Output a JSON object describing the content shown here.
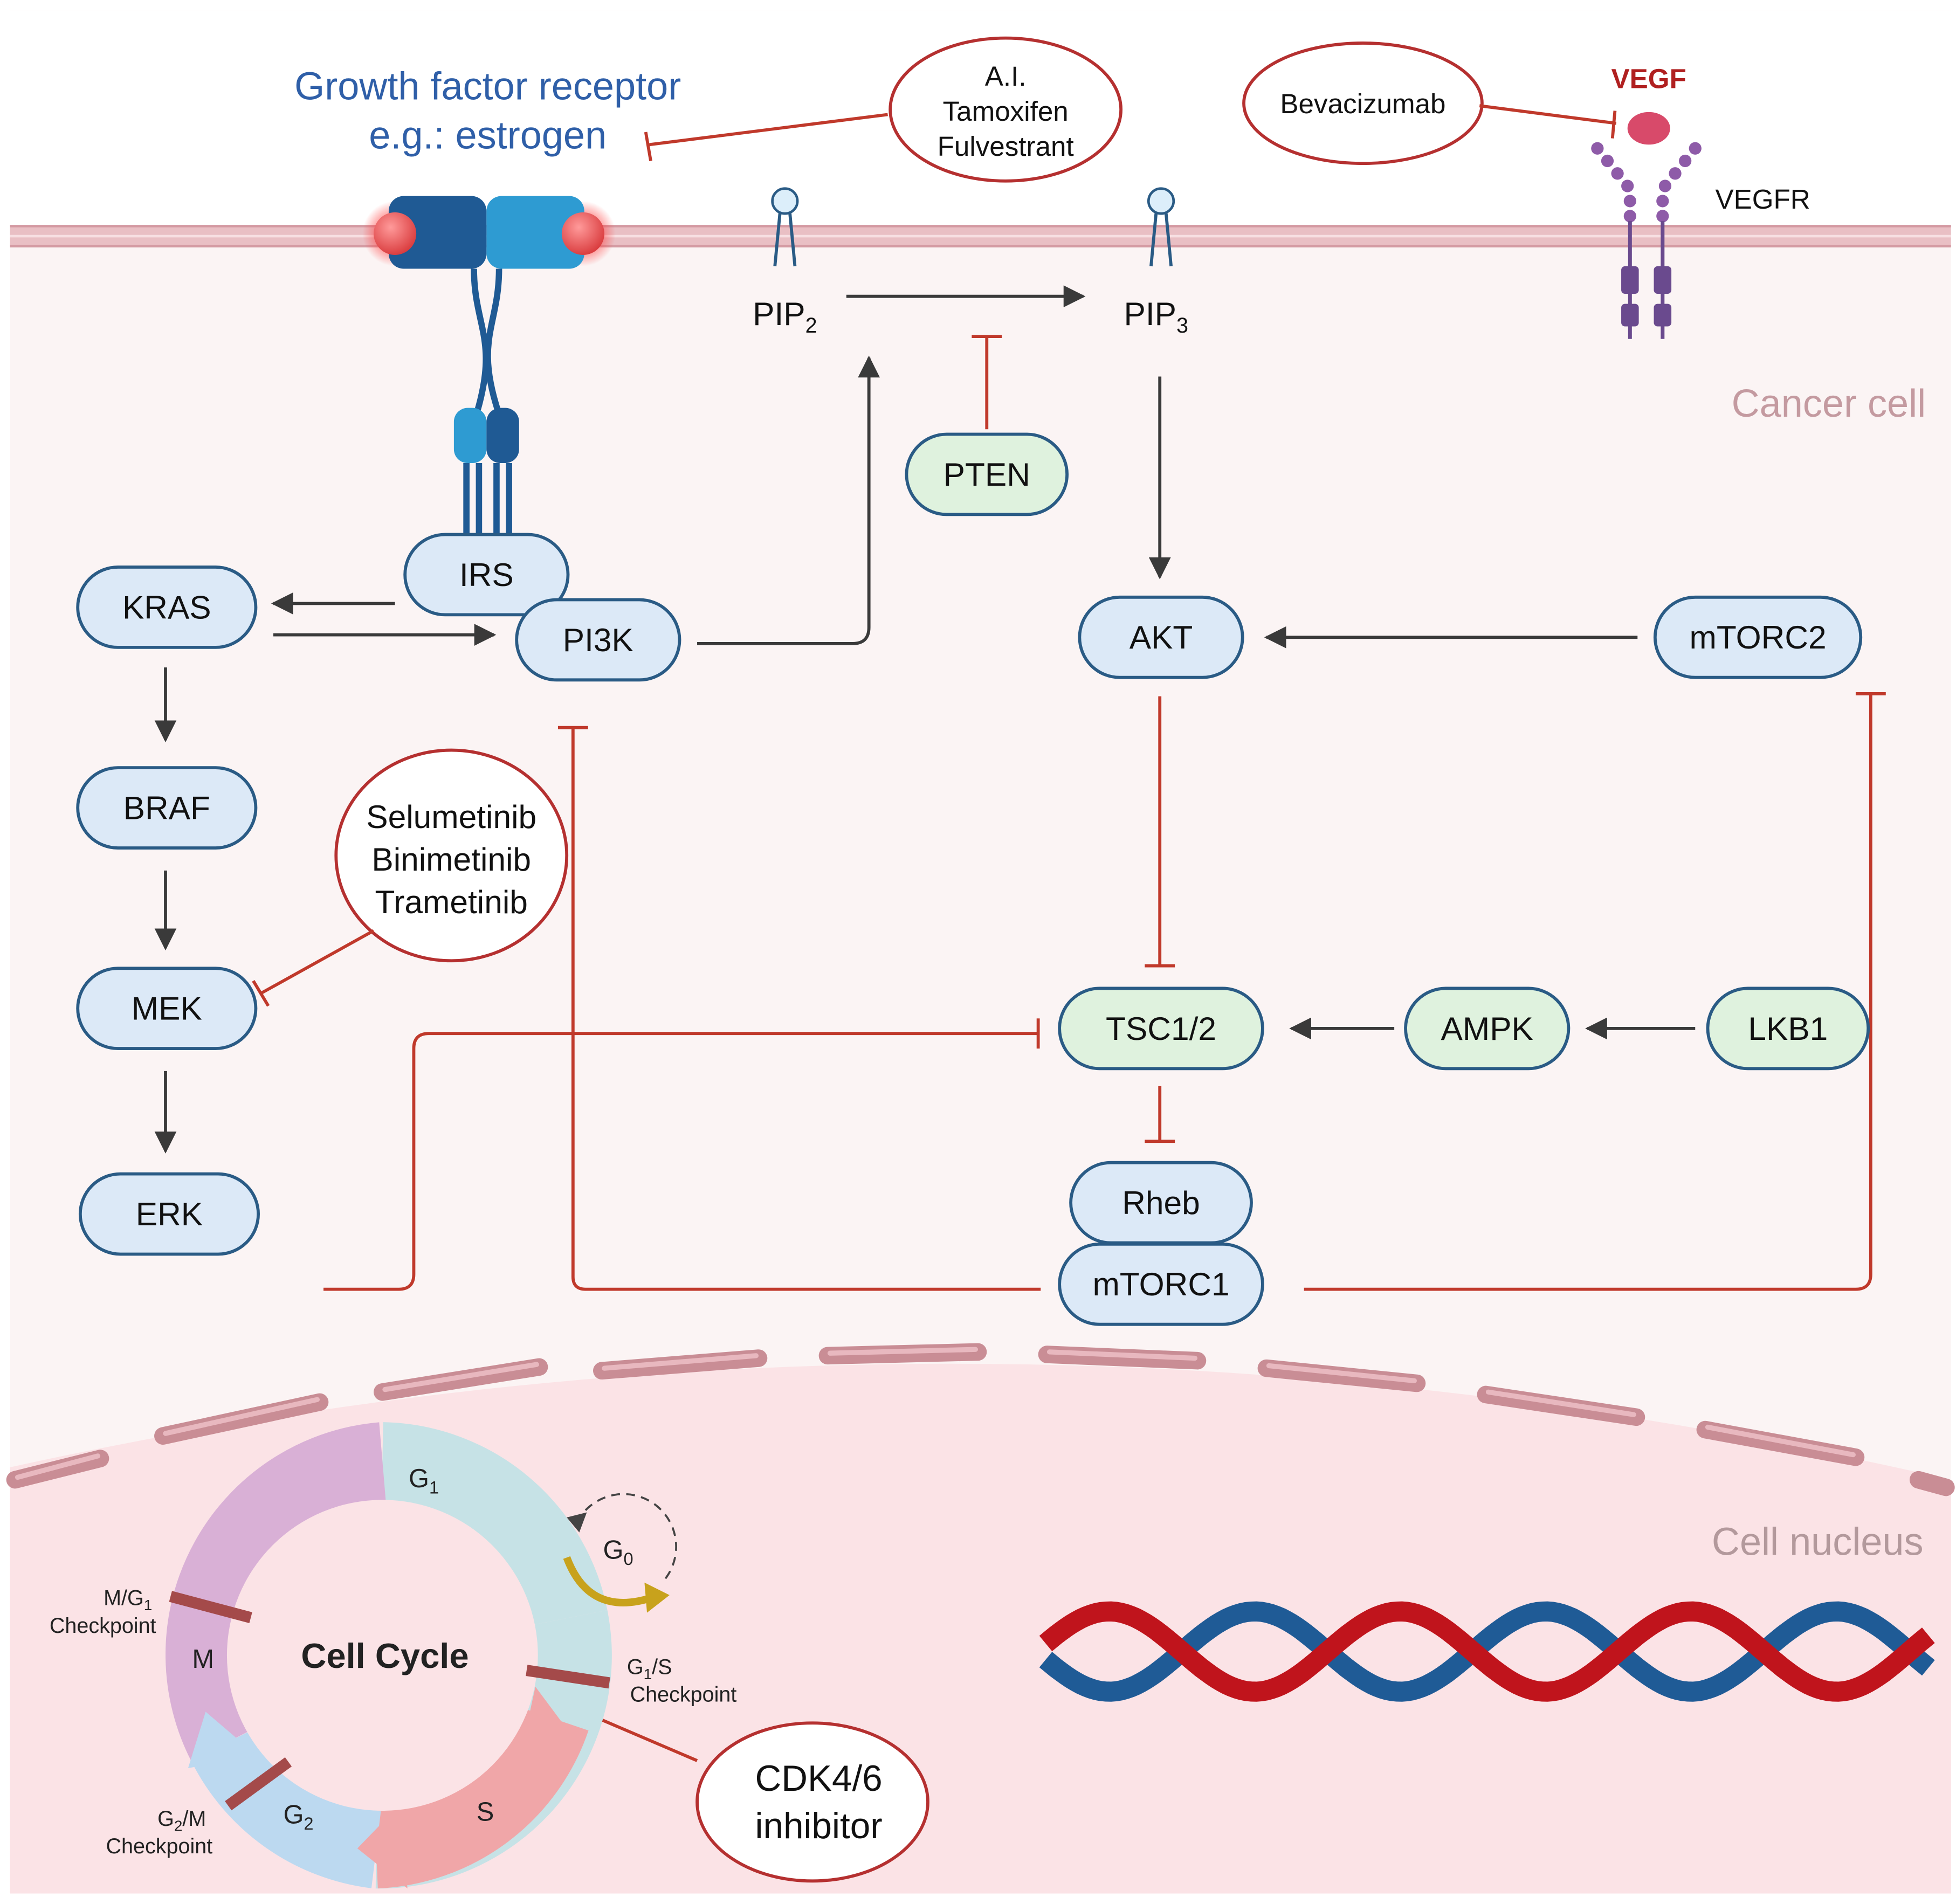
{
  "labels": {
    "receptor_line1": "Growth factor receptor",
    "receptor_line2": "e.g.: estrogen",
    "vegf": "VEGF",
    "vegfr": "VEGFR",
    "cancer_cell": "Cancer cell",
    "cell_nucleus": "Cell nucleus",
    "pip2_base": "PIP",
    "pip2_sub": "2",
    "pip3_base": "PIP",
    "pip3_sub": "3",
    "cell_cycle": "Cell Cycle",
    "phase_g1_base": "G",
    "phase_g1_sub": "1",
    "phase_g0_base": "G",
    "phase_g0_sub": "0",
    "phase_g2_base": "G",
    "phase_g2_sub": "2",
    "phase_m": "M",
    "phase_s": "S",
    "mg1_line1_base": "M/G",
    "mg1_line1_sub": "1",
    "mg1_line2": "Checkpoint",
    "g1s_line1_base": "G",
    "g1s_line1_sub": "1",
    "g1s_line1_tail": "/S",
    "g1s_line2": "Checkpoint",
    "g2m_line1_base": "G",
    "g2m_line1_sub": "2",
    "g2m_line1_tail": "/M",
    "g2m_line2": "Checkpoint"
  },
  "nodes": {
    "irs": "IRS",
    "kras": "KRAS",
    "pi3k": "PI3K",
    "braf": "BRAF",
    "mek": "MEK",
    "erk": "ERK",
    "pten": "PTEN",
    "akt": "AKT",
    "mtorc2": "mTORC2",
    "tsc": "TSC1/2",
    "ampk": "AMPK",
    "lkb1": "LKB1",
    "rheb": "Rheb",
    "mtorc1": "mTORC1"
  },
  "drugs": {
    "endocrine": [
      "A.I.",
      "Tamoxifen",
      "Fulvestrant"
    ],
    "bevacizumab": "Bevacizumab",
    "mek_inhibitors": [
      "Selumetinib",
      "Binimetinib",
      "Trametinib"
    ],
    "cdk": [
      "CDK4/6",
      "inhibitor"
    ]
  },
  "colors": {
    "receptor_text": "#2f5fa8",
    "inhibit": "#c0392b",
    "vegf_text": "#b02020",
    "blue_node_fill": "#dce9f7",
    "blue_node_stroke": "#2a5b85",
    "green_node_fill": "#dff2de",
    "cytoplasm": "#fbf4f4",
    "nucleus": "#fbe3e6",
    "membrane": "#e7b9bf",
    "dna_red": "#c0141c",
    "dna_blue": "#1f5b96"
  },
  "icons": [
    "receptor-dimer-icon",
    "phospholipid-icon",
    "vegf-receptor-icon",
    "dna-helix-icon",
    "g0-loop-arrow-icon"
  ]
}
